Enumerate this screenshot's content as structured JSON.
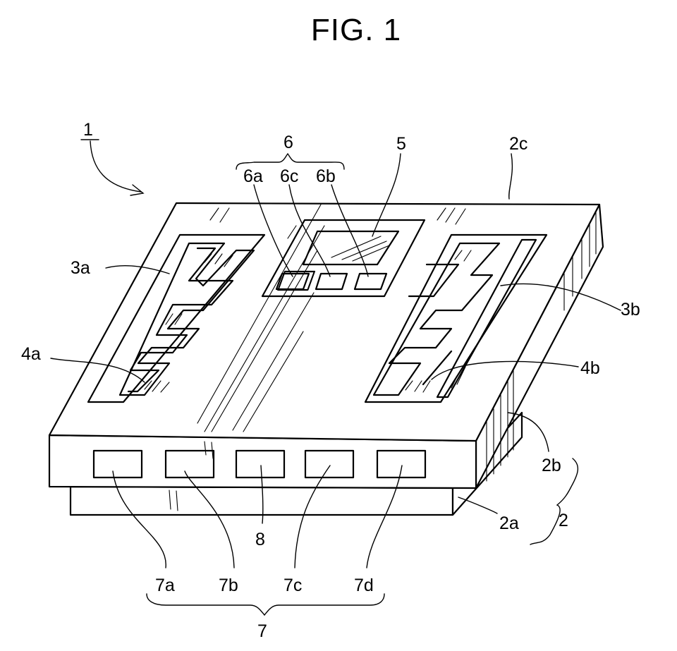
{
  "figure": {
    "title": "FIG. 1",
    "labels": {
      "device": "1",
      "substrate": "2",
      "layer_2a": "2a",
      "layer_2b": "2b",
      "layer_2c": "2c",
      "element_3a": "3a",
      "element_3b": "3b",
      "element_4a": "4a",
      "element_4b": "4b",
      "chip_5": "5",
      "group_6": "6",
      "pad_6a": "6a",
      "pad_6b": "6b",
      "pad_6c": "6c",
      "group_7": "7",
      "terminal_7a": "7a",
      "terminal_7b": "7b",
      "terminal_7c": "7c",
      "terminal_7d": "7d",
      "terminal_8": "8"
    }
  }
}
